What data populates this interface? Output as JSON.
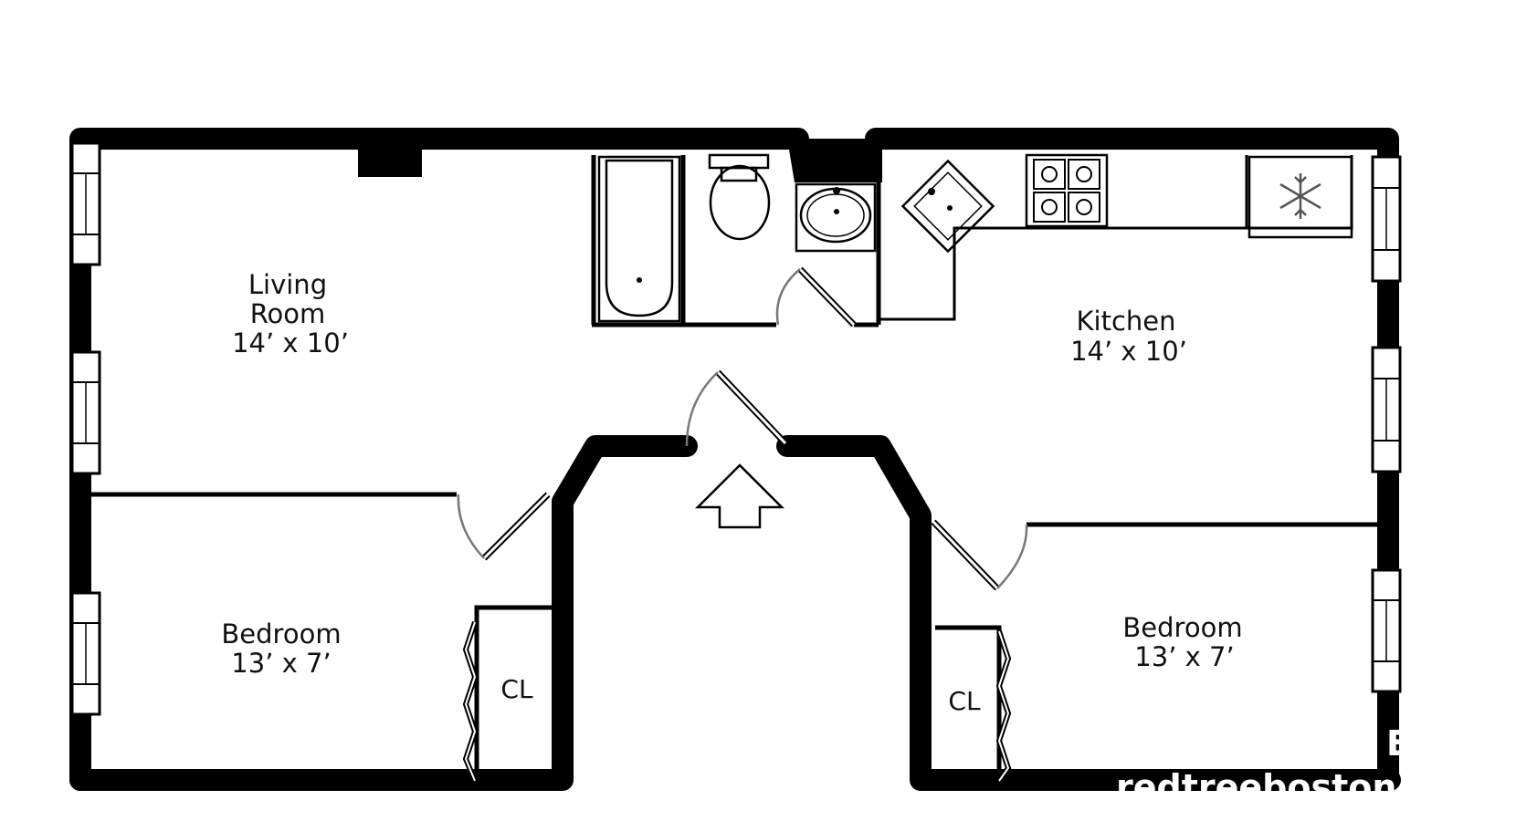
{
  "rooms": {
    "living_room": {
      "name_line1": "Living",
      "name_line2": "Room",
      "size": "14’ x 10’"
    },
    "kitchen": {
      "name": "Kitchen",
      "size": "14’ x 10’"
    },
    "bedroom_left": {
      "name": "Bedroom",
      "size": "13’ x 7’"
    },
    "bedroom_right": {
      "name": "Bedroom",
      "size": "13’ x 7’"
    },
    "closet_left": {
      "label": "CL"
    },
    "closet_right": {
      "label": "CL"
    }
  },
  "watermark": {
    "text": "redtreeboston",
    "corner_text": "E"
  },
  "icons": [
    "entry-arrow-icon",
    "snowflake-icon",
    "sink-icon",
    "toilet-icon",
    "bathtub-icon",
    "stove-icon",
    "window-icon",
    "door-icon"
  ]
}
